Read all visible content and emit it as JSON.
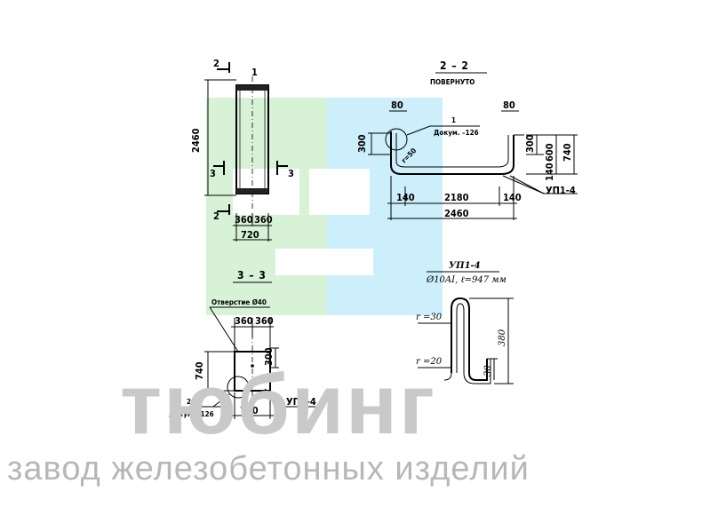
{
  "watermark": {
    "brand": "тюбинг",
    "tagline": "завод железобетонных изделий",
    "colors": {
      "green": "#d8f2d8",
      "blue": "#cdeefb",
      "gray": "#c9c9c9"
    }
  },
  "elevation": {
    "section_mark_top": "2",
    "section_mark_bottom": "2",
    "section_mark_left": "3",
    "section_mark_right": "3",
    "axis_label": "1",
    "height_dim": "2460",
    "width_half_left": "360",
    "width_half_right": "360",
    "width_total": "720"
  },
  "section_2_2": {
    "title": "2 – 2",
    "subtitle": "ПОВЕРНУТО",
    "dim_left_top": "80",
    "dim_right_top": "80",
    "callout_num": "1",
    "callout_doc": "Докум. –126",
    "r_label": "r=50",
    "dim_left_height": "300",
    "dim_right_300": "300",
    "dim_right_600": "600",
    "dim_right_140": "140",
    "dim_right_740": "740",
    "bottom_left": "140",
    "bottom_mid": "2180",
    "bottom_right": "140",
    "bottom_total": "2460",
    "loop_label": "УП1-4"
  },
  "section_3_3": {
    "title": "3 – 3",
    "hole_label": "Отверстие Ø40",
    "top_left": "360",
    "top_right": "360",
    "height": "740",
    "inner": "300",
    "callout_num": "2",
    "callout_doc": "Докум. –126",
    "width_total": "720",
    "loop_label": "УП1-4"
  },
  "loop_detail": {
    "title": "УП1-4",
    "spec": "Ø10AI, ℓ=947 мм",
    "r_top": "r =30",
    "r_bottom": "r =20",
    "height": "380",
    "foot": "30"
  }
}
